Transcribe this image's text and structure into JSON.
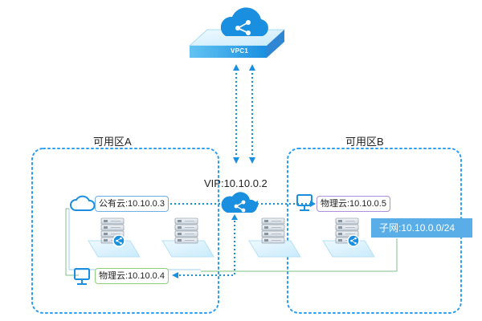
{
  "vpc": {
    "label": "VPC1",
    "icon": "cloud-share-icon"
  },
  "zones": [
    {
      "id": "a",
      "label": "可用区A"
    },
    {
      "id": "b",
      "label": "可用区B"
    }
  ],
  "vip": {
    "label": "VIP:10.10.0.2",
    "icon": "share-node-icon"
  },
  "nodes": [
    {
      "id": "public-cloud",
      "label": "公有云:10.10.0.3",
      "icon": "cloud-outline-icon",
      "border_color": "#6fb0e8"
    },
    {
      "id": "physical-cloud-b",
      "label": "物理云:10.10.0.5",
      "icon": "monitor-icon",
      "border_color": "#b08fe0"
    },
    {
      "id": "physical-cloud-a",
      "label": "物理云:10.10.0.4",
      "icon": "monitor-icon",
      "border_color": "#8fcf7a"
    }
  ],
  "subnet": {
    "label": "子网:10.10.0.0/24"
  },
  "servers": [
    {
      "icon": "server-share-icon"
    },
    {
      "icon": "server-icon"
    },
    {
      "icon": "server-icon"
    },
    {
      "icon": "server-share-icon"
    }
  ],
  "colors": {
    "accent": "#1a8fe0",
    "dashed": "#2a9df4",
    "subnet_bg": "#5aaee8",
    "platform": "#d8f0fb"
  }
}
